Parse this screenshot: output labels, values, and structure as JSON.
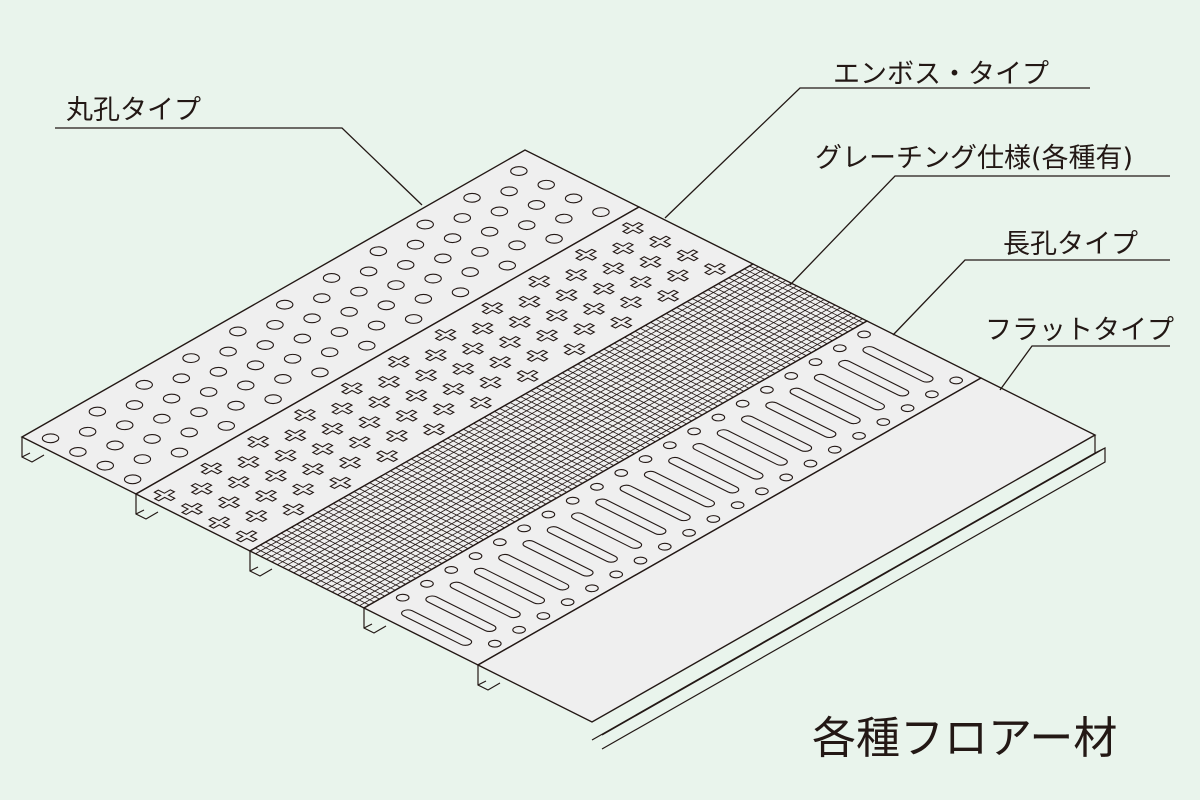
{
  "labels": {
    "round_hole": "丸孔タイプ",
    "emboss": "エンボス・タイプ",
    "grating": "グレーチング仕様(各種有)",
    "long_hole": "長孔タイプ",
    "flat": "フラットタイプ"
  },
  "title": "各種フロアー材",
  "colors": {
    "background": "#e9f4ec",
    "panel": "#efefef",
    "line": "#231815"
  }
}
